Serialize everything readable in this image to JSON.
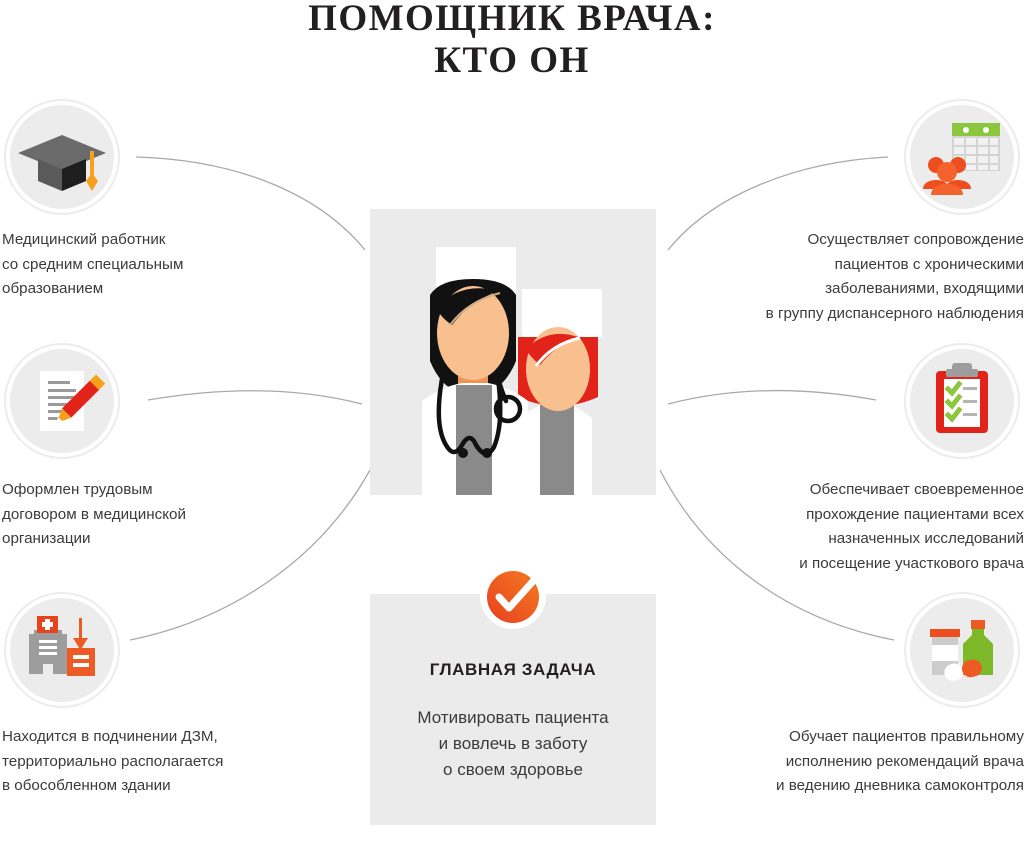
{
  "title": {
    "line1": "ПОМОЩНИК ВРАЧА:",
    "line2": "КТО ОН"
  },
  "colors": {
    "orange": "#ef5a24",
    "red": "#e2231a",
    "green": "#8cc63f",
    "gray_icon": "#999999",
    "circle_bg": "#ececec",
    "panel_bg": "#ebebeb",
    "text": "#3b3b3b",
    "title": "#231f20",
    "connector": "#a6a6a6"
  },
  "left_items": [
    {
      "icon": "graduation-cap-icon",
      "text": "Медицинский работник\nсо средним специальным\nобразованием"
    },
    {
      "icon": "document-pencil-icon",
      "text": "Оформлен трудовым\nдоговором в медицинской\nорганизации"
    },
    {
      "icon": "hospital-building-arrow-icon",
      "text": "Находится в подчинении ДЗМ,\nтерриториально располагается\nв обособленном здании"
    }
  ],
  "right_items": [
    {
      "icon": "calendar-people-icon",
      "text": "Осуществляет сопровождение\nпациентов с хроническими\nзаболеваниями, входящими\nв группу диспансерного наблюдения"
    },
    {
      "icon": "clipboard-checklist-icon",
      "text": "Обеспечивает своевременное\nпрохождение пациентами всех\nназначенных исследований\nи посещение участкового врача"
    },
    {
      "icon": "medicine-bottles-icon",
      "text": "Обучает пациентов правильному\nисполнению рекомендаций врача\nи ведению дневника самоконтроля"
    }
  ],
  "center": {
    "photo_alt": "two-female-medical-workers-illustration"
  },
  "main_task": {
    "badge_icon": "check-circle-icon",
    "heading": "ГЛАВНАЯ ЗАДАЧА",
    "body": "Мотивировать пациента\nи вовлечь в заботу\nо своем здоровье"
  }
}
